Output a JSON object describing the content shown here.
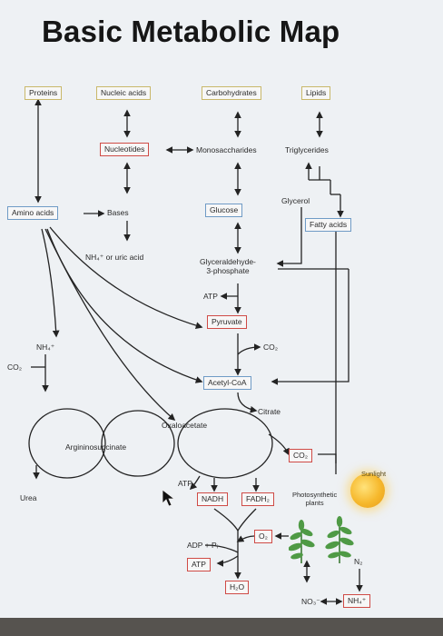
{
  "title": "Basic Metabolic Map",
  "nodes": {
    "proteins": "Proteins",
    "nucleic_acids": "Nucleic acids",
    "carbohydrates": "Carbohydrates",
    "lipids": "Lipids",
    "nucleotides": "Nucleotides",
    "monosaccharides": "Monosaccharides",
    "triglycerides": "Triglycerides",
    "glycerol": "Glycerol",
    "fatty_acids": "Fatty acids",
    "amino_acids": "Amino acids",
    "bases": "Bases",
    "glucose": "Glucose",
    "nh4_or_uric": "NH₄⁺ or uric acid",
    "g3p": "Glyceraldehyde-\n3-phosphate",
    "atp_1": "ATP",
    "pyruvate": "Pyruvate",
    "co2_pyruvate": "CO₂",
    "nh4_urea": "NH₄⁺",
    "co2_urea": "CO₂",
    "acetyl_coa": "Acetyl-CoA",
    "citrate": "Citrate",
    "oxaloacetate": "Oxaloacetate",
    "argininosuccinate": "Argininosuccinate",
    "co2_krebs": "CO₂",
    "urea": "Urea",
    "atp_2": "ATP",
    "nadh": "NADH",
    "fadh2": "FADH₂",
    "sunlight": "Sunlight",
    "photosynthetic_plants": "Photosynthetic\nplants",
    "adp_pi": "ADP + Pᵢ",
    "o2": "O₂",
    "atp_3": "ATP",
    "h2o": "H₂O",
    "n2": "N₂",
    "no3": "NO₃⁻",
    "nh4_bottom": "NH₄⁺"
  },
  "colors": {
    "box_tan": "#c9b86a",
    "box_blue": "#6f9bc6",
    "box_red": "#cf4b46",
    "arrow": "#232323",
    "sun": "#f6b82c",
    "plant": "#4f9a45"
  },
  "icons": {
    "sun": "sunlight-icon",
    "plants": "plants-icon"
  }
}
